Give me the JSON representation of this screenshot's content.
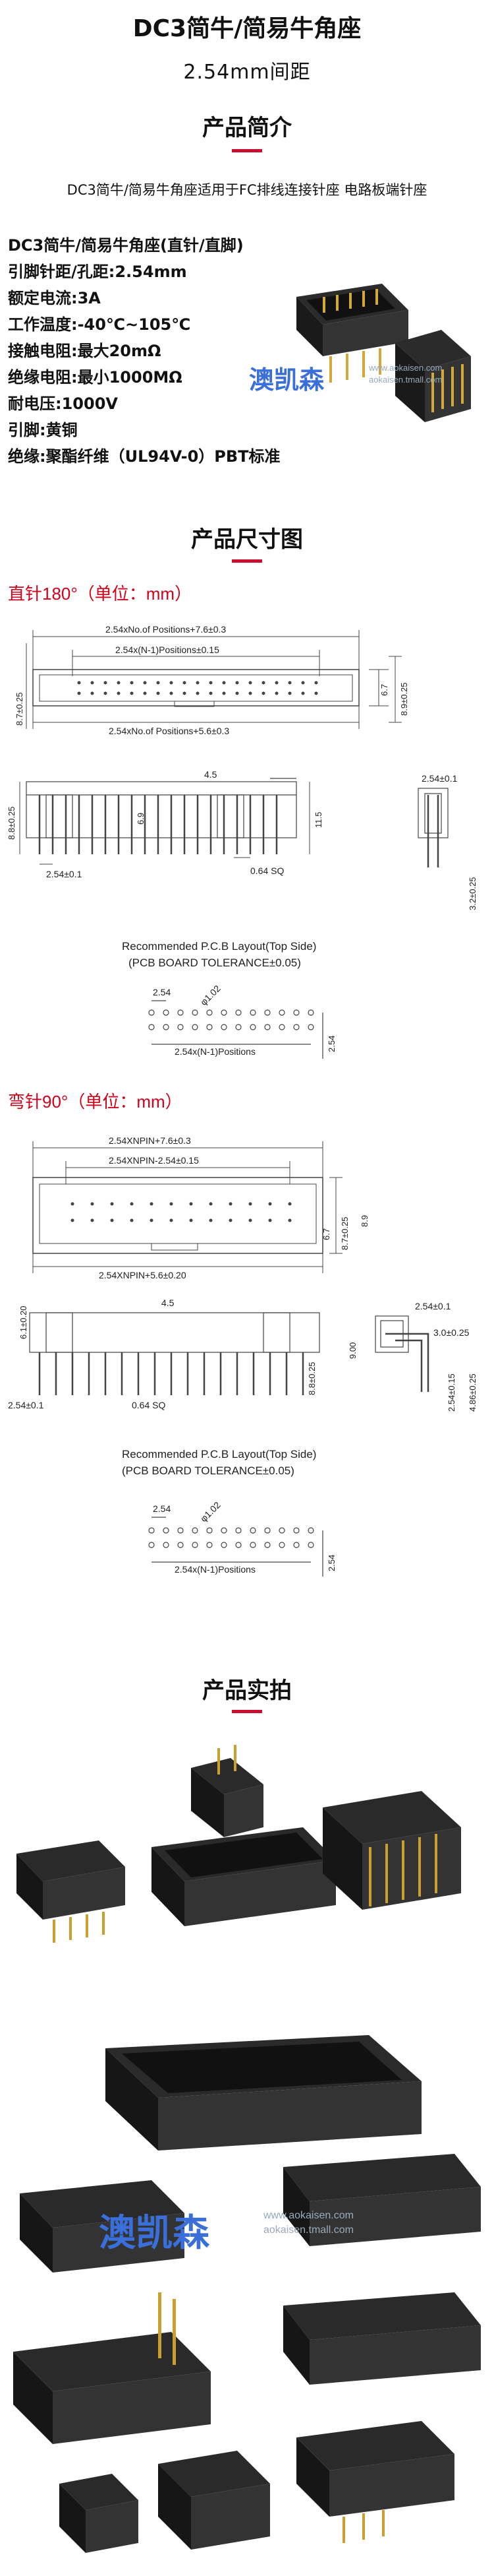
{
  "header": {
    "title": "DC3简牛/简易牛角座",
    "subtitle": "2.54mm间距"
  },
  "intro": {
    "heading": "产品简介",
    "description": "DC3简牛/简易牛角座适用于FC排线连接针座 电路板端针座"
  },
  "specs": [
    "DC3简牛/简易牛角座(直针/直脚)",
    "引脚针距/孔距:2.54mm",
    "额定电流:3A",
    "工作温度:-40℃~105℃",
    "接触电阻:最大20mΩ",
    "绝缘电阻:最小1000MΩ",
    "耐电压:1000V",
    "引脚:黄铜",
    "绝缘:聚酯纤维（UL94V-0）PBT标准"
  ],
  "watermark": {
    "brand": "澳凯森",
    "site": "www.aokaisen.com",
    "site2": "aokaisen.tmall.com"
  },
  "dimensions": {
    "heading": "产品尺寸图",
    "straight": {
      "title": "直针180°（单位：mm）",
      "top_upper": "2.54xNo.of Positions+7.6±0.3",
      "top_inner": "2.54x(N-1)Positions±0.15",
      "top_lower": "2.54xNo.of Positions+5.6±0.3",
      "right_a": "6.7",
      "right_b": "8.9±0.25",
      "left_side": "8.7±0.25",
      "side_45": "4.5",
      "side_69": "6.9",
      "side_88": "8.8±0.25",
      "side_115": "11.5",
      "side_pitch": "2.54±0.1",
      "side_064": "0.64 SQ",
      "end_254": "2.54±0.1",
      "end_32": "3.2±0.25",
      "pcb_title1": "Recommended  P.C.B  Layout(Top  Side)",
      "pcb_title2": "(PCB  BOARD  TOLERANCE±0.05)",
      "pcb_254": "2.54",
      "pcb_phi": "φ1.02",
      "pcb_positions": "2.54x(N-1)Positions",
      "pcb_vert": "2.54"
    },
    "bent": {
      "title": "弯针90°（单位：mm）",
      "top_upper": "2.54XNPIN+7.6±0.3",
      "top_inner": "2.54XNPIN-2.54±0.15",
      "top_lower": "2.54XNPIN+5.6±0.20",
      "right_a": "6.7",
      "right_b": "8.7±0.25",
      "right_c": "8.9",
      "side_61": "6.1±0.20",
      "side_45": "4.5",
      "side_90": "9.00",
      "side_88": "8.8±0.25",
      "side_pitch": "2.54±0.1",
      "side_064": "0.64 SQ",
      "end_254": "2.54±0.1",
      "end_30": "3.0±0.25",
      "end_254b": "2.54±0.15",
      "end_486": "4.86±0.25",
      "pcb_title1": "Recommended  P.C.B  Layout(Top  Side)",
      "pcb_title2": "(PCB  BOARD  TOLERANCE±0.05)",
      "pcb_254": "2.54",
      "pcb_phi": "φ1.02",
      "pcb_positions": "2.54x(N-1)Positions",
      "pcb_vert": "2.54"
    }
  },
  "photos": {
    "heading": "产品实拍"
  }
}
